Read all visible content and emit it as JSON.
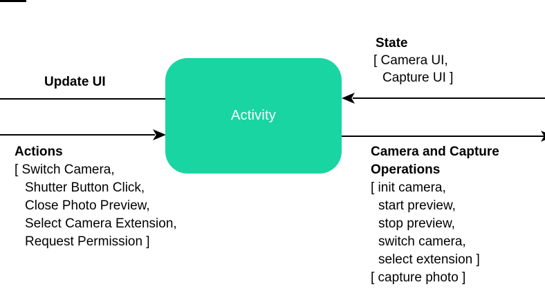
{
  "node": {
    "label": "Activity"
  },
  "edges": {
    "update_ui": {
      "label": "Update UI",
      "direction": "left"
    },
    "actions": {
      "direction": "right"
    },
    "state": {
      "direction": "left"
    },
    "operations": {
      "direction": "right"
    }
  },
  "state_block": {
    "title": "State",
    "lines": [
      "[ Camera UI,",
      "Capture UI ]"
    ]
  },
  "actions_block": {
    "title": "Actions",
    "lines": [
      "[ Switch Camera,",
      "Shutter Button Click,",
      "Close Photo Preview,",
      "Select Camera Extension,",
      "Request Permission ]"
    ]
  },
  "operations_block": {
    "title_lines": [
      "Camera and Capture",
      "Operations"
    ],
    "lines": [
      "[ init camera,",
      "start preview,",
      "stop preview,",
      "switch camera,",
      "select extension ]",
      "[ capture photo ]"
    ]
  },
  "colors": {
    "node_fill": "#19D5A2",
    "node_text": "#FFFFFF",
    "edge": "#000000",
    "text": "#000000"
  }
}
